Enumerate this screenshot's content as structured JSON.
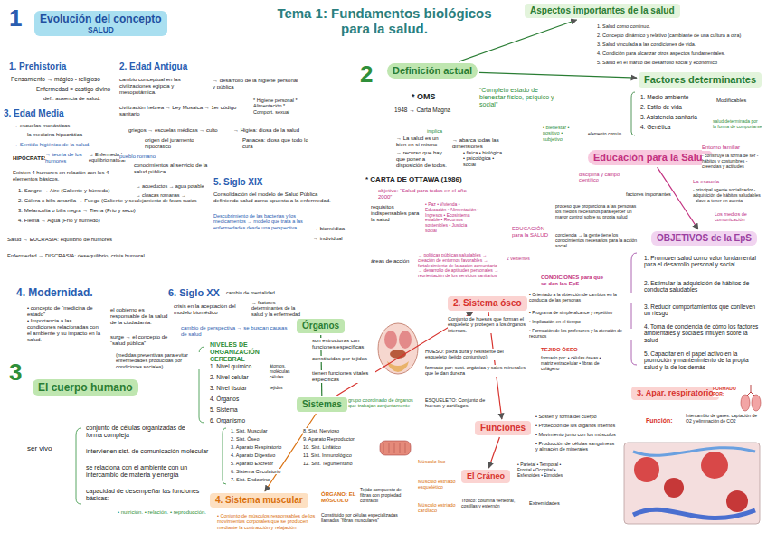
{
  "diagram": {
    "title": "Tema 1: Fundamentos biológicos para la salud.",
    "nodes": [
      {
        "text": [
          "Evolución del concepto",
          "SALUD"
        ]
      },
      {
        "text": [
          "Definición actual"
        ]
      },
      {
        "text": [
          "Aspectos importantes de la salud"
        ]
      },
      {
        "text": [
          "Factores determinantes"
        ]
      },
      {
        "text": [
          "Educación para la Salud"
        ]
      },
      {
        "text": [
          "OBJETIVOS de la EpS"
        ]
      },
      {
        "text": [
          "El cuerpo humano"
        ]
      },
      {
        "text": [
          "Órganos"
        ]
      },
      {
        "text": [
          "Sistemas"
        ]
      },
      {
        "text": [
          "2. Sistema óseo"
        ]
      },
      {
        "text": [
          "Funciones"
        ]
      },
      {
        "text": [
          "3. Apar. respiratorio"
        ]
      },
      {
        "text": [
          "4. Sistema muscular"
        ]
      },
      {
        "text": [
          "El Cráneo"
        ]
      }
    ],
    "edges": [
      {
        "from": 1,
        "to": 2,
        "arrow": "to"
      },
      {
        "from": 1,
        "to": 3,
        "arrow": "to"
      },
      {
        "from": 4,
        "to": 5,
        "arrow": "to"
      },
      {
        "from": 7,
        "to": 8,
        "arrow": "none"
      },
      {
        "from": 8,
        "to": 9,
        "arrow": "to"
      },
      {
        "from": 8,
        "to": 12,
        "arrow": "to"
      },
      {
        "from": 9,
        "to": 10,
        "arrow": "to"
      },
      {
        "from": 10,
        "to": 13,
        "arrow": "to"
      }
    ],
    "labels": [
      "1",
      "1. Prehistoria",
      "Pensamiento → mágico - religioso",
      "Enfermedad = castigo divino",
      "def.: ausencia de salud.",
      "3. Edad Media",
      "→ escuelas monásticas",
      "la medicina hipocrática",
      "→ Sentido higiénico de la salud.",
      "HIPÓCRATES",
      "→ teoría de los humores",
      "→ Enfermedad rompe equilibrio natural",
      "Existen 4 humores en relación con los 4 elementos básicos.",
      "1. Sangre → Aire (Caliente y húmedo)",
      "2. Cólera o bilis amarilla → Fuego (Caliente y seco)",
      "3. Melancolía o bilis negra → Tierra (Frío y seco)",
      "4. Flema → Agua (Frío y húmedo)",
      "Salud → EUCRASIA: equilibrio de humores",
      "Enfermedad → DISCRASIA: desequilibrio, crisis humoral",
      "2. Edad Antigua",
      "cambio conceptual en las civilizaciones egipcia y mesopotámica.",
      "→ desarrollo de la higiene personal y pública",
      "civilización hebrea → Ley Mosaica → 1er código sanitario",
      "* Higiene personal * Alimentación * Comport. sexual",
      "griegos → escuelas médicas → culto",
      "origen del juramento hipocrático",
      "→ Higiea: diosa de la salud",
      "Panacea: diosa que todo lo cura",
      "pueblo romano",
      "conocimientos al servicio de la salud pública",
      "→ acueductos → agua potable",
      "→ cloacas romanas → alejamiento de focos sucios",
      "5. Siglo XIX",
      "Consolidación del modelo de Salud Pública definiendo salud como opuesto a la enfermedad.",
      "Descubrimiento de las bacterias y los medicamentos → modelo que trata a las enfermedades desde una perspectiva",
      "→ biomédica",
      "→ individual",
      "4. Modernidad.",
      "• concepto de “medicina de estado”",
      "• Importancia a las condiciones relacionadas con el ambiente y su impacto en la salud.",
      "el gobierno es responsable de la salud de la ciudadanía.",
      "surge → el concepto de “salud pública”",
      "(medidas preventivas para evitar enfermedades producidas por condiciones sociales)",
      "6. Siglo XX",
      "cambio de mentalidad",
      "crisis en la aceptación del modelo biomédico",
      "→ factores determinantes de la salud y la enfermedad",
      "cambio de perspectiva → se buscan causas de salud",
      "NIVELES DE ORGANIZACIÓN CEREBRAL",
      "1. Nivel químico",
      "átomos, moléculas",
      "2. Nivel celular",
      "células",
      "3. Nivel tisular",
      "tejidos",
      "4. Órganos",
      "5. Sistema",
      "6. Organismo",
      "3",
      "ser vivo",
      "conjunto de células organizadas de forma compleja",
      "intervienen sist. de comunicación molecular",
      "se relaciona con el ambiente con un intercambio de materia y energía",
      "capacidad de desempeñar las funciones básicas:",
      "• nutrición. • relación. • reproducción.",
      "1. Sist. Muscular",
      "2. Sist. Óseo",
      "3. Aparato Respiratorio",
      "4. Aparato Digestivo",
      "5. Aparato Excretor",
      "6. Sistema Circulatorio",
      "7. Sist. Endocrino",
      "8. Sist. Nervioso",
      "9. Aparato Reproductor",
      "10. Sist. Linfático",
      "11. Sist. Inmunológico",
      "12. Sist. Tegumentario",
      "• Conjunto de músculos responsables de los movimientos corporales que se producen mediante la contracción y relajación",
      "ÓRGANO: EL MÚSCULO",
      "Tejido compuesto de fibras con propiedad contráctil",
      "Constituido por células especializadas llamadas “fibras musculares”",
      "Músculo liso",
      "Músculo estriado esquelético",
      "Músculo estriado cardíaco",
      "son estructuras con funciones específicas",
      "constituidas por tejidos",
      "tienen funciones vitales específicas",
      "grupo coordinado de órganos que trabajan conjuntamente",
      "2",
      "* OMS",
      "1948 → Carta Magna",
      "“Completo estado de bienestar físico, psíquico y social”",
      "implica",
      "→ La salud es un bien en sí mismo",
      "→ recurso que hay que poner a disposición de todos.",
      "→ abarca todas las dimensiones",
      "• física • biológica • psicológica • social",
      "• bienestar • positivo • subjetivo",
      "elemento común",
      "* CARTA DE OTTAWA (1986)",
      "objetivo: “Salud para todos en el año 2000”",
      "requisitos indispensables para la salud",
      "• Paz • Vivienda • Educación • Alimentación • Ingresos • Ecosistema estable • Recursos sostenibles • Justicia social",
      "áreas de acción",
      "→ políticas públicas saludables → creación de entornos favorables → fortalecimiento de la acción comunitaria → desarrollo de aptitudes personales → reorientación de los servicios sanitarios",
      "EDUCACIÓN para la SALUD",
      "proceso que proporciona a las personas los medios necesarios para ejercer un mayor control sobre su propia salud",
      "conciencia → la gente tiene los conocimientos necesarios para la acción social",
      "2 vertientes",
      "disciplina y campo científico",
      "1. Salud como continuo.",
      "2. Concepto dinámico y relativo (cambiante de una cultura a otra)",
      "3. Salud vinculada a las condiciones de vida.",
      "4. Condición para alcanzar otros aspectos fundamentales.",
      "5. Salud en el marco del desarrollo social y económico",
      "1. Medio ambiente",
      "2. Estilo de vida",
      "3. Asistencia sanitaria",
      "4. Genética",
      "Modificables",
      "salud determinada por la forma de comportarse",
      "factores importantes",
      "Entorno familiar",
      "- construye la forma de ser - hábitos y costumbres - creencias y actitudes",
      "La escuela",
      "- principal agente socializador - adquisición de hábitos saludables - clave a tener en cuenta",
      "Los medios de comunicación",
      "1. Promover salud como valor fundamental para el desarrollo personal y social.",
      "2. Estimular la adquisición de hábitos de conducta saludables",
      "3. Reducir comportamientos que conlleven un riesgo",
      "4. Toma de conciencia de cómo los factores ambientales y sociales influyen sobre la salud",
      "5. Capacitar en el papel activo en la promoción y mantenimiento de la propia salud y la de los demás",
      "CONDICIONES para que se den las EpS",
      "• Orientado a la obtención de cambios en la conducta de las personas",
      "• Programa de simple alcance y repetitivo",
      "• Implicación en el tiempo",
      "• Formación de los profesores y la atención de recursos",
      "Conjunto de huesos que forman el esqueleto y protegen a los órganos internos.",
      "HUESO: pieza dura y resistente del esqueleto (tejido conjuntivo)",
      "formado por: sust. orgánica y sales minerales que le dan dureza",
      "ESQUELETO: Conjunto de huesos y cartílagos.",
      "TEJIDO ÓSEO",
      "formado por: • células óseas • matriz extracelular • fibras de colágeno",
      "• Sostén y forma del cuerpo",
      "• Protección de los órganos internos",
      "• Movimiento junto con los músculos",
      "• Producción de células sanguíneas y almacén de minerales",
      "• Parietal • Temporal • Frontal • Occipital • Esfenoides • Etmoides",
      "Tronco: columna vertebral, costillas y esternón",
      "Extremidades",
      "FORMADO POR:",
      "Función:",
      "Intercambio de gases: captación de O2 y eliminación de CO2"
    ]
  }
}
